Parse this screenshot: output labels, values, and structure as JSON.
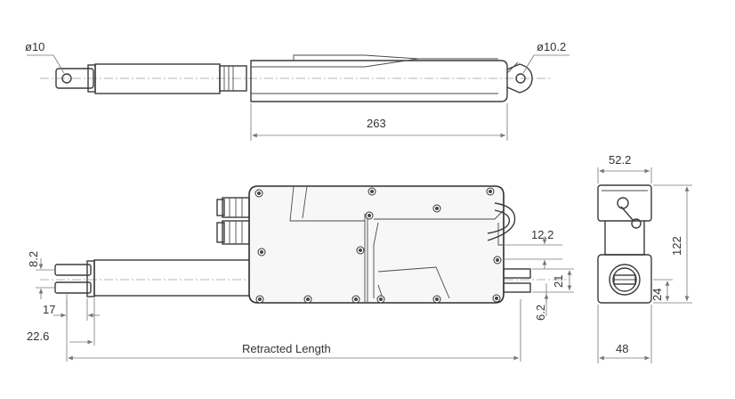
{
  "dimensions": {
    "rod_eye_diameter": "ø10",
    "rear_eye_diameter": "ø10.2",
    "housing_length": "263",
    "housing_width": "52.2",
    "housing_height": "122",
    "cable_offset": "12.2",
    "rod_offset_top": "8.2",
    "slot_width": "21",
    "rear_offset": "24",
    "rear_lower": "6.2",
    "front_offset_17": "17",
    "front_offset_22_6": "22.6",
    "retracted_length": "Retracted Length",
    "side_depth": "48"
  },
  "colors": {
    "line": "#3a3a3a",
    "dimension": "#777777",
    "background": "#ffffff"
  }
}
